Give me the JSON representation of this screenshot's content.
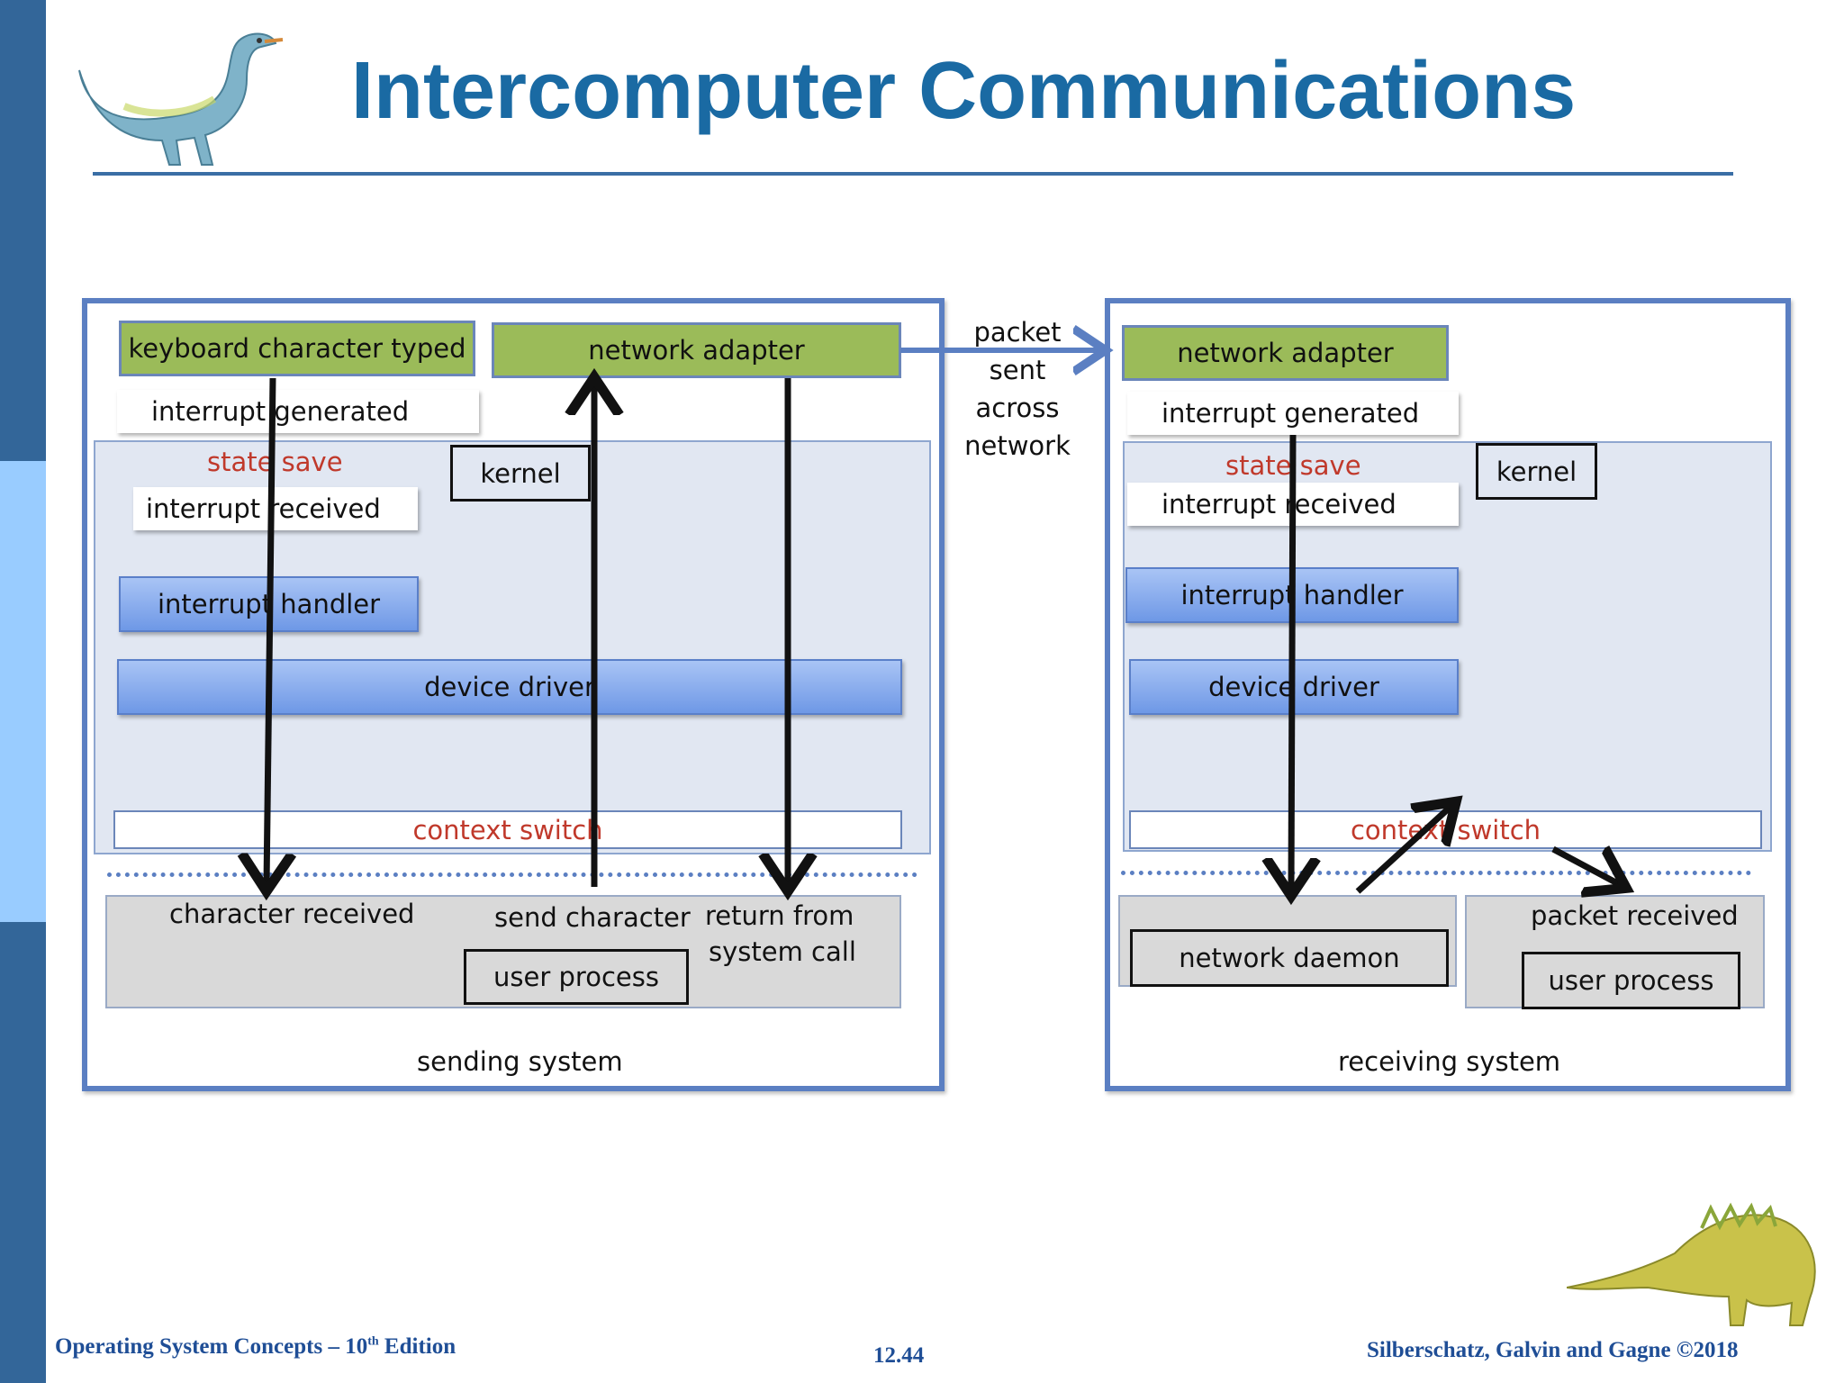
{
  "title": "Intercomputer Communications",
  "sending": {
    "keyboard": "keyboard character typed",
    "network_adapter": "network adapter",
    "interrupt_generated": "interrupt generated",
    "state_save": "state save",
    "kernel": "kernel",
    "interrupt_received": "interrupt received",
    "interrupt_handler": "interrupt handler",
    "device_driver": "device driver",
    "context_switch": "context switch",
    "character_received": "character received",
    "send_character": "send character",
    "return_from": "return from",
    "system_call": "system call",
    "user_process": "user process",
    "caption": "sending system"
  },
  "packet_label": [
    "packet",
    "sent",
    "across",
    "network"
  ],
  "receiving": {
    "network_adapter": "network adapter",
    "interrupt_generated": "interrupt generated",
    "state_save": "state save",
    "kernel": "kernel",
    "interrupt_received": "interrupt received",
    "interrupt_handler": "interrupt handler",
    "device_driver": "device driver",
    "context_switch": "context switch",
    "network_daemon": "network daemon",
    "packet_received": "packet received",
    "user_process": "user process",
    "caption": "receiving system"
  },
  "footer": {
    "book_prefix": "Operating System Concepts – 10",
    "book_sup": "th",
    "book_suffix": " Edition",
    "page": "12.44",
    "authors": "Silberschatz, Galvin and Gagne ©2018"
  },
  "colors": {
    "title": "#1a6aa3",
    "frame": "#5b7fc2",
    "green_box": "#9bbb59",
    "kernel_area": "#e1e7f2",
    "accent_red": "#c0392b",
    "sidebar_dark": "#336699",
    "sidebar_light": "#99ccff"
  }
}
